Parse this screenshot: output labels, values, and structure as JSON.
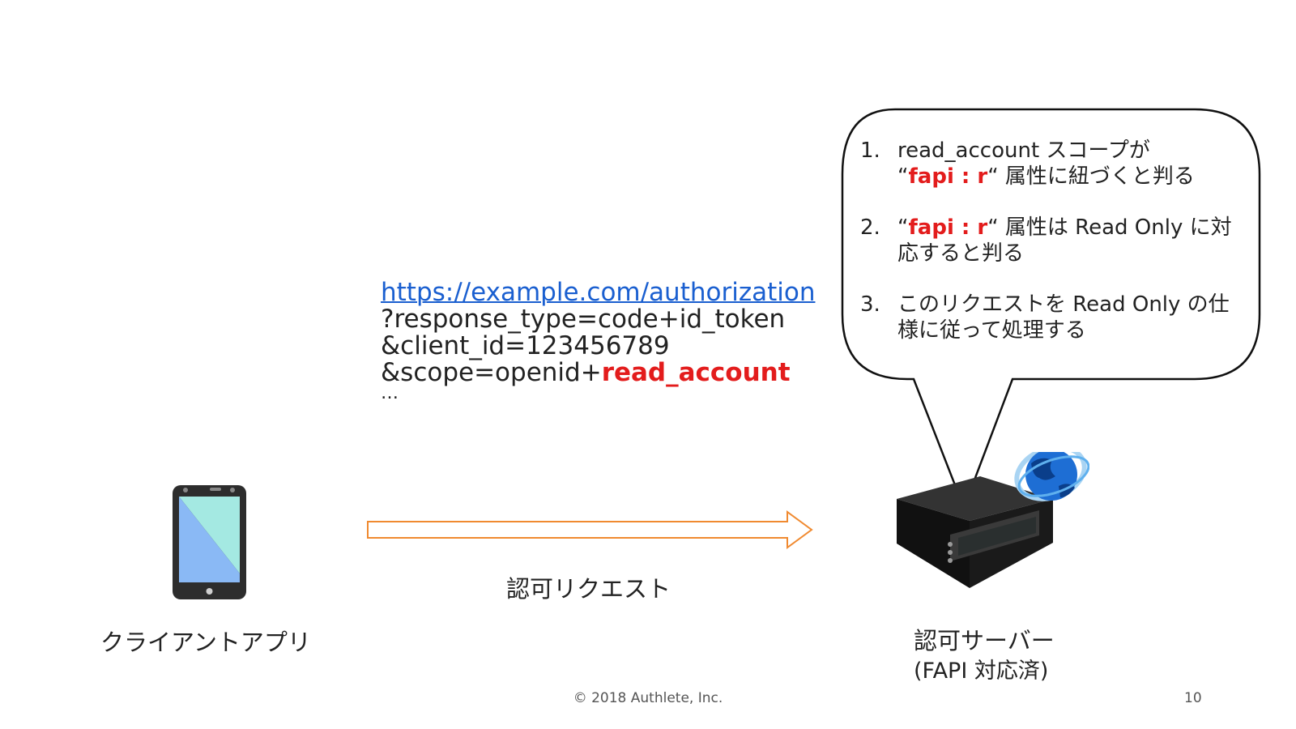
{
  "request": {
    "url": "https://example.com/authorization",
    "line2": "?response_type=code+id_token",
    "line3": "&client_id=123456789",
    "line4_prefix": "&scope=openid+",
    "line4_highlight": "read_account",
    "ellipsis": "…"
  },
  "bubble": {
    "items": [
      {
        "num": "1.",
        "line1": "read_account スコープが",
        "q_open": "“",
        "highlight": "fapi : r",
        "q_close": "“ 属性に紐づくと判る"
      },
      {
        "num": "2.",
        "q_open": "“",
        "highlight": "fapi : r",
        "rest": "“ 属性は Read Only に対応すると判る"
      },
      {
        "num": "3.",
        "text": "このリクエストを Read Only の仕様に従って処理する"
      }
    ]
  },
  "arrow_label": "認可リクエスト",
  "client_label": "クライアントアプリ",
  "server_label_line1": "認可サーバー",
  "server_label_line2": "(FAPI 対応済)",
  "footer": "© 2018 Authlete, Inc.",
  "page_number": "10",
  "colors": {
    "link": "#1a5fd0",
    "highlight": "#e31c1c",
    "arrow": "#f08a30"
  }
}
